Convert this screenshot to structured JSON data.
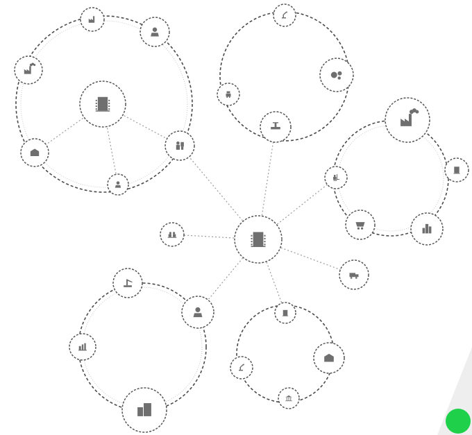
{
  "colors": {
    "background": "#ffffff",
    "ring_stroke": "#4a4a4a",
    "link_stroke": "#9a9a9a",
    "node_fill": "#ffffff",
    "node_stroke": "#555555",
    "icon_fill": "#6f6f6f",
    "corner_shape": "#eeeeee",
    "status_dot": "#1fd04b"
  },
  "diagram": {
    "hub": {
      "icon": "office-building-icon"
    },
    "clusters": [
      {
        "id": "top-left",
        "nodes": [
          {
            "icon": "factory-icon"
          },
          {
            "icon": "person-icon"
          },
          {
            "icon": "factory-smoke-icon"
          },
          {
            "icon": "office-building-icon"
          },
          {
            "icon": "warehouse-icon"
          },
          {
            "icon": "worker-icon"
          },
          {
            "icon": "person-icon"
          }
        ]
      },
      {
        "id": "top-center",
        "nodes": [
          {
            "icon": "robot-arm-icon"
          },
          {
            "icon": "gears-icon"
          },
          {
            "icon": "robot-icon"
          },
          {
            "icon": "pipeline-valve-icon"
          }
        ]
      },
      {
        "id": "right",
        "nodes": [
          {
            "icon": "factory-smoke-icon"
          },
          {
            "icon": "forklift-icon"
          },
          {
            "icon": "building-icon"
          },
          {
            "icon": "mine-cart-icon"
          },
          {
            "icon": "skyscraper-icon"
          }
        ]
      },
      {
        "id": "bottom-left",
        "nodes": [
          {
            "icon": "crane-icon"
          },
          {
            "icon": "person-icon"
          },
          {
            "icon": "refinery-icon"
          },
          {
            "icon": "city-building-icon"
          }
        ]
      },
      {
        "id": "bottom-center",
        "nodes": [
          {
            "icon": "building-icon"
          },
          {
            "icon": "robot-arm-icon"
          },
          {
            "icon": "warehouse-icon"
          },
          {
            "icon": "bank-icon"
          }
        ]
      }
    ],
    "standalone": [
      {
        "icon": "workers-icon"
      },
      {
        "icon": "truck-icon"
      }
    ]
  }
}
